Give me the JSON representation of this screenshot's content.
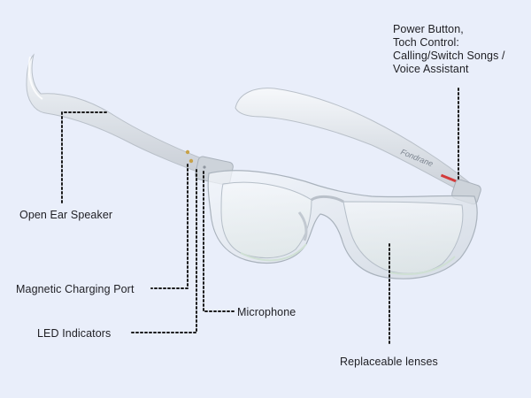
{
  "background_color": "#e9eefa",
  "frame_color": "#dfe4ea",
  "callouts": {
    "power_button": {
      "lines": [
        "Power Button,",
        "Toch Control:",
        "Calling/Switch Songs /",
        "Voice Assistant"
      ]
    },
    "open_ear_speaker": "Open Ear Speaker",
    "magnetic_charging_port": "Magnetic Charging Port",
    "microphone": "Microphone",
    "led_indicators": "LED Indicators",
    "replaceable_lenses": "Replaceable lenses"
  },
  "brand_mark": "Fondrane"
}
